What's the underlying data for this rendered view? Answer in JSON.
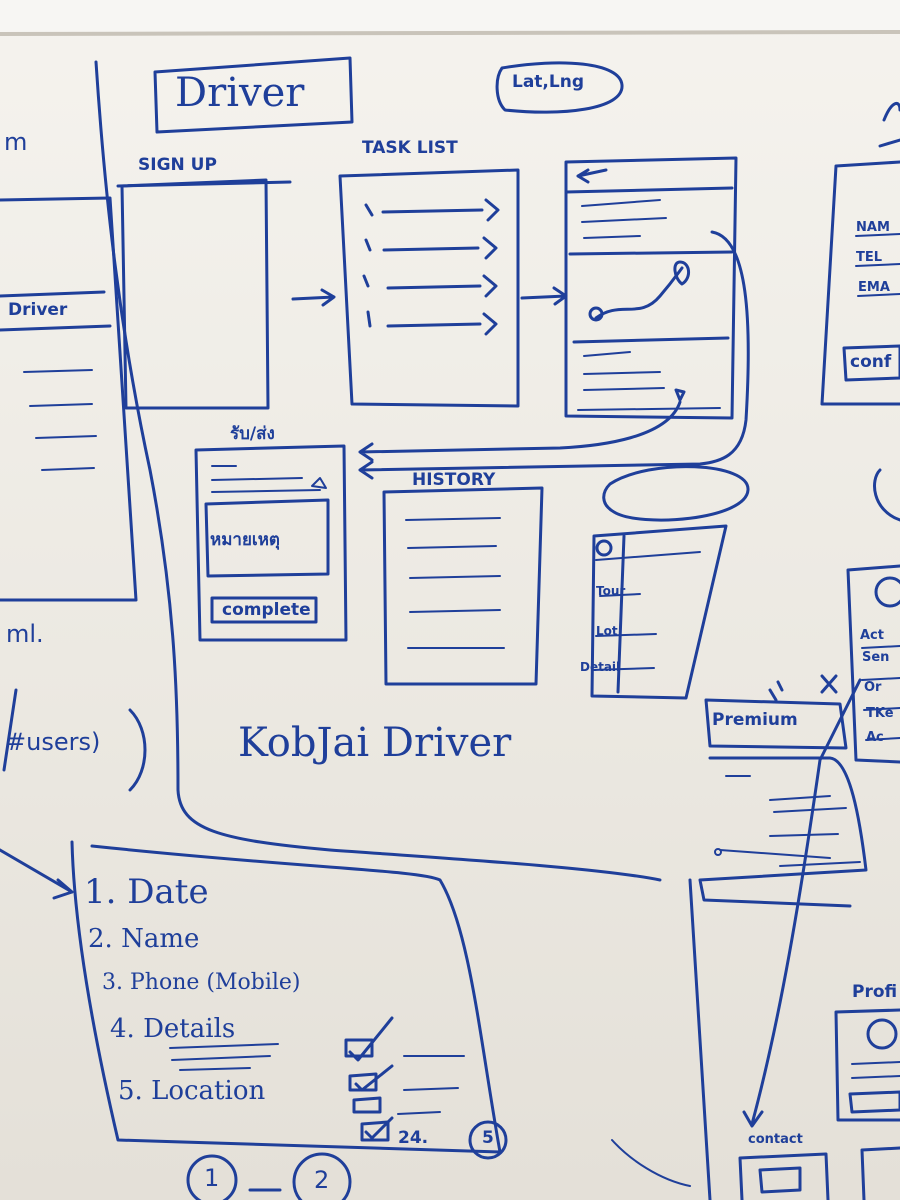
{
  "board": {
    "header_title": "Driver",
    "header_note": "Lat,Lng",
    "screens": {
      "signup": "SIGN UP",
      "task_list": "TASK LIST",
      "history": "HISTORY",
      "detail_label": "รับ/ส่ง",
      "complete_button": "complete",
      "note_thai": "หมายเหตุ",
      "premium": "Premium",
      "contact": "contact",
      "confirm": "conf",
      "profile": "Profi"
    },
    "left_fragment": {
      "driver_tab": "Driver",
      "users": "#users)",
      "ml": "ml.",
      "letter": "m"
    },
    "form_fields": [
      "NAM",
      "TEL",
      "EMA"
    ],
    "side_list": [
      "Act",
      "Sen",
      "Or",
      "TKe",
      "Ac"
    ],
    "side_rows": [
      "Tour",
      "Lot",
      "Detail"
    ],
    "main_title": "KobJai Driver",
    "checklist": [
      "1. Date",
      "2. Name",
      "3. Phone (Mobile)",
      "4. Details",
      "5. Location"
    ],
    "check_note": "24.",
    "pages": [
      "1",
      "2",
      "5"
    ]
  }
}
